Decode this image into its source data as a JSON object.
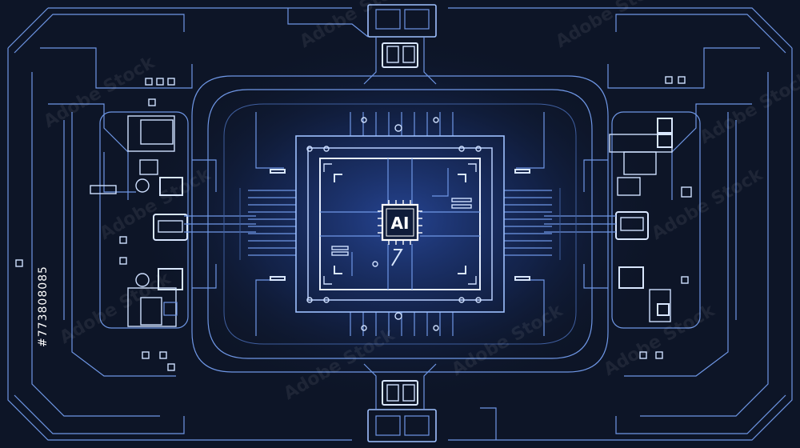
{
  "chip": {
    "label": "AI"
  },
  "stock_id": "#773808085",
  "watermark": "Adobe Stock",
  "colors": {
    "background": "#0d1527",
    "trace": "#6f97e6",
    "trace_bright": "#d9e7ff",
    "glow": "#2f5bd6"
  }
}
